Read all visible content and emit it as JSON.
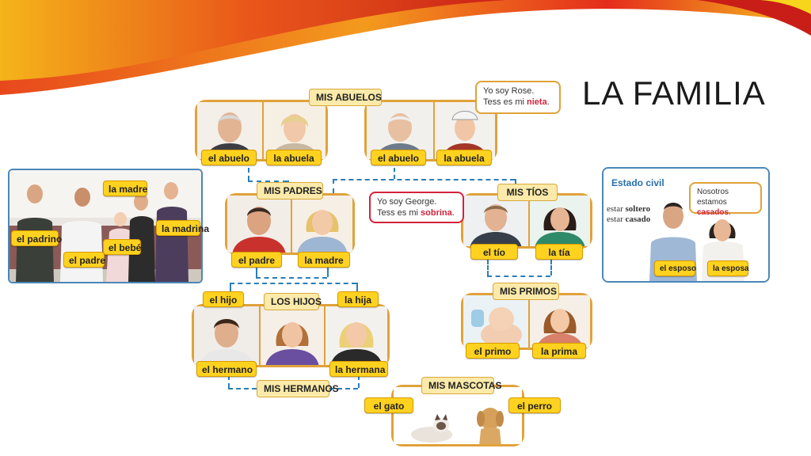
{
  "slide": {
    "title": "LA FAMILIA"
  },
  "abuelos": {
    "header": "MIS ABUELOS",
    "pair1": {
      "left": "el abuelo",
      "right": "la abuela"
    },
    "pair2": {
      "left": "el abuelo",
      "right": "la abuela"
    },
    "bubble": {
      "text_before": "Yo soy Rose. Tess es mi ",
      "highlight": "nieta",
      "text_after": "."
    }
  },
  "padres": {
    "header": "MIS PADRES",
    "left": "el padre",
    "right": "la madre"
  },
  "tios": {
    "header": "MIS TÍOS",
    "left": "el tío",
    "right": "la tía",
    "bubble": {
      "text_before": "Yo soy George. Tess es mi ",
      "highlight": "sobrina",
      "text_after": "."
    }
  },
  "hijos": {
    "header": "LOS HIJOS",
    "tag_left": "el hijo",
    "tag_right": "la hija",
    "left": "el hermano",
    "right": "la hermana",
    "footer": "MIS HERMANOS"
  },
  "primos": {
    "header": "MIS PRIMOS",
    "left": "el primo",
    "right": "la prima"
  },
  "mascotas": {
    "header": "MIS MASCOTAS",
    "left": "el gato",
    "right": "el perro"
  },
  "familia_foto": {
    "madre": "la madre",
    "padrino": "el padrino",
    "bebe": "el bebé",
    "madrina": "la madrina",
    "padre": "el padre"
  },
  "estado_civil": {
    "title": "Estado civil",
    "line1_prefix": "estar ",
    "line1_word": "soltero",
    "line2_prefix": "estar ",
    "line2_word": "casado",
    "bubble_before": "Nosotros estamos ",
    "bubble_highlight": "casados",
    "bubble_after": ".",
    "esposo": "el esposo",
    "esposa": "la esposa"
  },
  "colors": {
    "label_fill": "#ffd21f",
    "frame_orange": "#e0a23a",
    "connector_blue": "#2a7fb8",
    "highlight_red": "#d2233c"
  }
}
